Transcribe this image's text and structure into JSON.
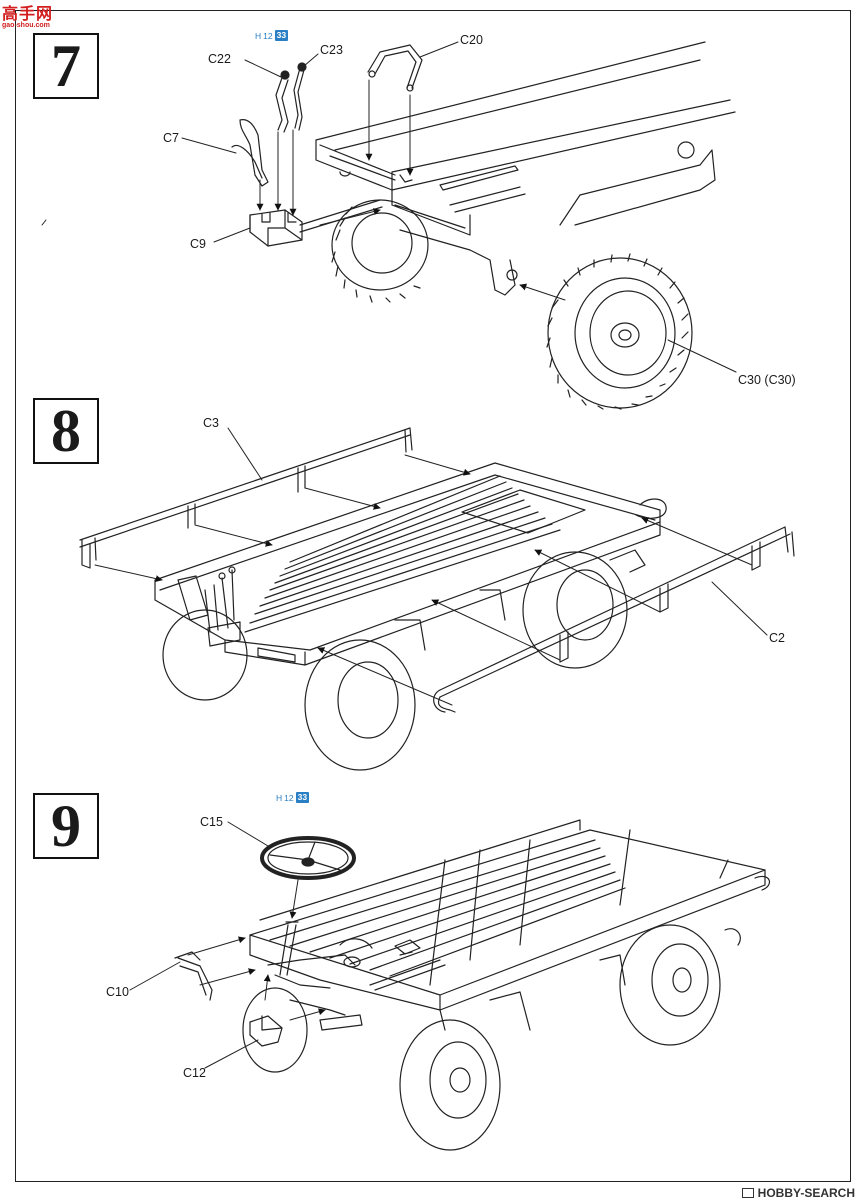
{
  "watermark_top": {
    "text_cn": "高手网",
    "url": "gao-shou.com"
  },
  "watermark_bottom": {
    "text": "HOBBY-SEARCH"
  },
  "steps": [
    {
      "number": "7",
      "paint_ref": {
        "prefix": "H",
        "num": "12",
        "box": "33"
      },
      "parts": [
        "C22",
        "C23",
        "C20",
        "C7",
        "C9",
        "C30 (C30)"
      ]
    },
    {
      "number": "8",
      "parts": [
        "C3",
        "C2"
      ]
    },
    {
      "number": "9",
      "paint_ref": {
        "prefix": "H",
        "num": "12",
        "box": "33"
      },
      "parts": [
        "C15",
        "C10",
        "C12"
      ]
    }
  ]
}
